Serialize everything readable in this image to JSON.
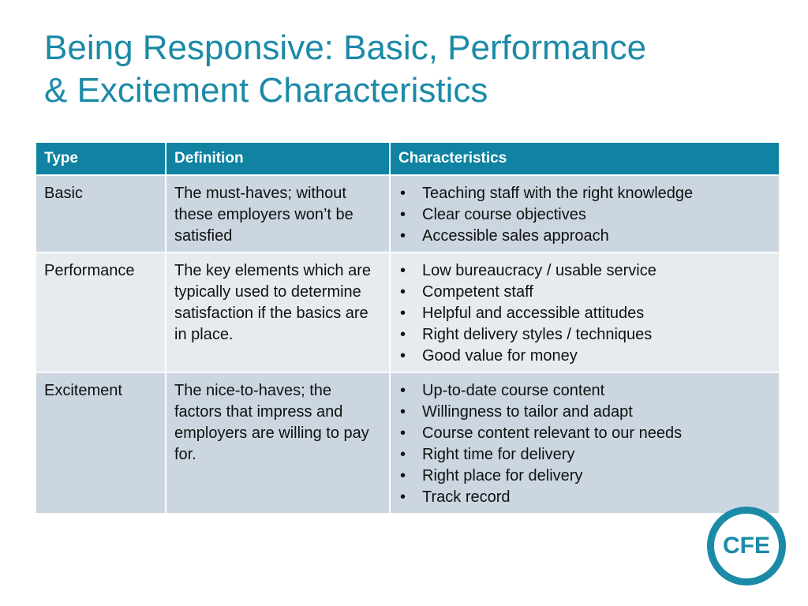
{
  "title": {
    "line1": "Being Responsive: Basic, Performance",
    "line2": "& Excitement Characteristics"
  },
  "table": {
    "headers": [
      "Type",
      "Definition",
      "Characteristics"
    ],
    "rows": [
      {
        "type": "Basic",
        "definition": "The must-haves; without these employers won’t be satisfied",
        "characteristics": [
          "Teaching staff with the right knowledge",
          "Clear course objectives",
          "Accessible sales approach"
        ]
      },
      {
        "type": "Performance",
        "definition": "The key elements which are typically used to determine satisfaction if the basics are in place.",
        "characteristics": [
          "Low bureaucracy / usable service",
          "Competent staff",
          "Helpful and accessible attitudes",
          "Right delivery styles / techniques",
          "Good value for money"
        ]
      },
      {
        "type": "Excitement",
        "definition": "The nice-to-haves; the factors that impress and employers are willing to pay for.",
        "characteristics": [
          "Up-to-date course content",
          "Willingness to tailor and adapt",
          "Course content relevant to our needs",
          "Right time for delivery",
          "Right place for delivery",
          "Track record"
        ]
      }
    ]
  },
  "logo": {
    "text": "CFE",
    "color": "#1b8aa7"
  },
  "colors": {
    "title": "#1b8aa7",
    "header_bg": "#0f83a1",
    "row_dark": "#cbd6e0",
    "row_light": "#e6ebf0"
  }
}
